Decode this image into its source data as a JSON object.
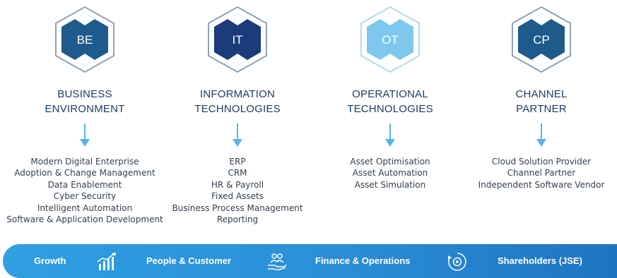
{
  "columns": [
    {
      "abbr": "BE",
      "title_lines": [
        "BUSINESS",
        "ENVIRONMENT"
      ],
      "items": [
        "Modern Digital Enterprise",
        "Adoption & Change Management",
        "Data Enablement",
        "Cyber Security",
        "Intelligent Automation",
        "Software & Application Development"
      ]
    },
    {
      "abbr": "IT",
      "title_lines": [
        "INFORMATION",
        "TECHNOLOGIES"
      ],
      "items": [
        "ERP",
        "CRM",
        "HR & Payroll",
        "Fixed Assets",
        "Business Process Management",
        "Reporting"
      ]
    },
    {
      "abbr": "OT",
      "title_lines": [
        "OPERATIONAL",
        "TECHNOLOGIES"
      ],
      "items": [
        "Asset Optimisation",
        "Asset Automation",
        "Asset Simulation"
      ]
    },
    {
      "abbr": "CP",
      "title_lines": [
        "CHANNEL",
        "PARTNER"
      ],
      "items": [
        "Cloud Solution Provider",
        "Channel Partner",
        "Independent Software Vendor"
      ]
    }
  ],
  "bottom_bar": {
    "items": [
      {
        "label": "Growth",
        "icon": "growth-chart-icon"
      },
      {
        "label": "People & Customer",
        "icon": "people-hand-icon"
      },
      {
        "label": "Finance & Operations",
        "icon": "gear-cycle-icon"
      },
      {
        "label": "Shareholders (JSE)",
        "icon": "none"
      }
    ]
  },
  "colors": {
    "be_hex": "#1e5a8c",
    "it_hex": "#1b3b7a",
    "ot_hex": "#7ec8ee",
    "cp_hex": "#1e5a8c",
    "title_text": "#1f3a64",
    "arrow": "#5ab3e3",
    "bar_start": "#2fa0e2",
    "bar_end": "#1f74c2"
  }
}
